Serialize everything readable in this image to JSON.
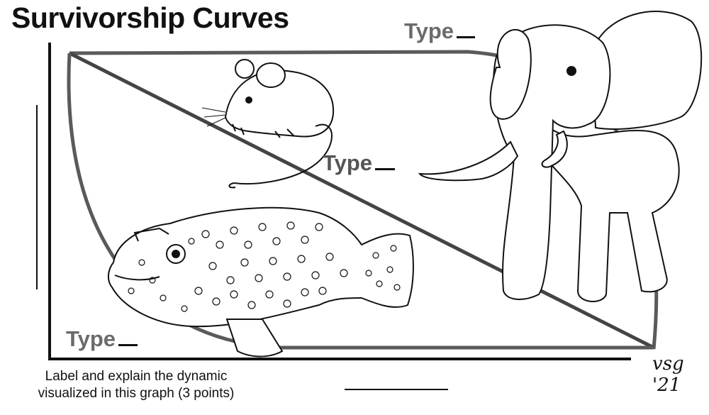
{
  "title": "Survivorship Curves",
  "labels": {
    "type_top": "Type",
    "type_middle": "Type",
    "type_bottom": "Type"
  },
  "prompt": "Label and explain the dynamic visualized in this graph (3 points)",
  "signature": "vsg '21",
  "curves": [
    {
      "id": "convex",
      "shape": "plateau then steep drop",
      "animal": "elephant"
    },
    {
      "id": "diagonal",
      "shape": "straight diagonal",
      "animal": "mouse"
    },
    {
      "id": "concave",
      "shape": "steep early drop then flat",
      "animal": "grouper fish"
    }
  ],
  "icons": [
    "mouse-drawing",
    "elephant-drawing",
    "fish-drawing"
  ],
  "colors": {
    "curve": "#5a5a5a",
    "axes": "#111111",
    "label": "#6b6b6b"
  }
}
